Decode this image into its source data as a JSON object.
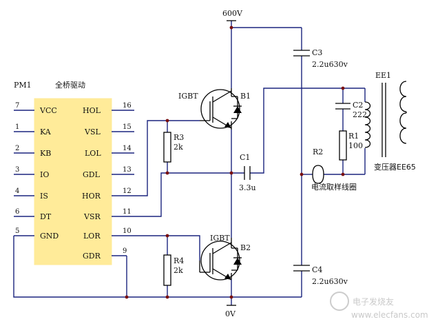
{
  "chip": {
    "ref": "PM1",
    "title": "全桥驱动",
    "left_pins": [
      {
        "num": "7",
        "name": "VCC"
      },
      {
        "num": "1",
        "name": "KA"
      },
      {
        "num": "2",
        "name": "KB"
      },
      {
        "num": "3",
        "name": "IO"
      },
      {
        "num": "4",
        "name": "IS"
      },
      {
        "num": "6",
        "name": "DT"
      },
      {
        "num": "5",
        "name": "GND"
      }
    ],
    "right_pins": [
      {
        "num": "16",
        "name": "HOL"
      },
      {
        "num": "15",
        "name": "VSL"
      },
      {
        "num": "14",
        "name": "LOL"
      },
      {
        "num": "13",
        "name": "GDL"
      },
      {
        "num": "12",
        "name": "HOR"
      },
      {
        "num": "11",
        "name": "VSR"
      },
      {
        "num": "10",
        "name": "LOR"
      },
      {
        "num": "9",
        "name": "GDR"
      }
    ]
  },
  "rails": {
    "top": "600V",
    "bottom": "0V"
  },
  "q_high": {
    "type": "IGBT",
    "ref": "B1"
  },
  "q_low": {
    "type": "IGBT",
    "ref": "B2"
  },
  "r3": {
    "ref": "R3",
    "value": "2k"
  },
  "r4": {
    "ref": "R4",
    "value": "2k"
  },
  "c1": {
    "ref": "C1",
    "value": "3.3u"
  },
  "c2": {
    "ref": "C2",
    "value": "222"
  },
  "c3": {
    "ref": "C3",
    "value": "2.2u630v"
  },
  "c4": {
    "ref": "C4",
    "value": "2.2u630v"
  },
  "r1": {
    "ref": "R1",
    "value": "100"
  },
  "r2": {
    "ref": "R2",
    "label": "电流取样线圈"
  },
  "transformer": {
    "ref": "EE1",
    "label": "变压器EE65"
  },
  "watermark": "电子发烧友",
  "watermark_url": "www.elecfans.com",
  "colors": {
    "chip_fill": "#ffeb99",
    "wire": "#1a237e",
    "junction": "#7a1010"
  }
}
